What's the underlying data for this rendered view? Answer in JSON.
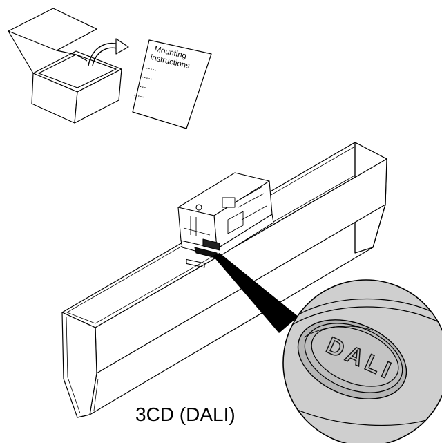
{
  "instructions": {
    "line1": "Mounting",
    "line2": "instructions",
    "dots": [
      ".....",
      ".....",
      "....",
      "....."
    ]
  },
  "zoom": {
    "label": "DALI"
  },
  "caption": "3CD (DALI)",
  "colors": {
    "line": "#000000",
    "zoom_fill": "#cfcfcf",
    "zoom_dark": "#9a9a9a"
  }
}
